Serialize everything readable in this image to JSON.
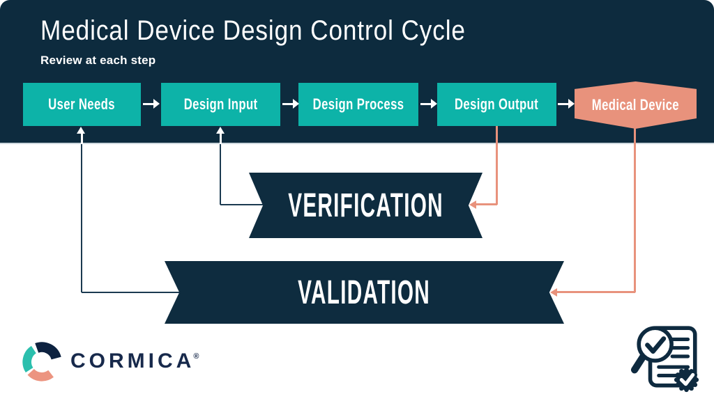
{
  "header": {
    "title": "Medical Device Design Control Cycle",
    "subtitle": "Review at each step"
  },
  "flow": {
    "steps": [
      {
        "label": "User Needs",
        "shape": "rectangle",
        "color": "teal"
      },
      {
        "label": "Design Input",
        "shape": "rectangle",
        "color": "teal"
      },
      {
        "label": "Design Process",
        "shape": "rectangle",
        "color": "teal"
      },
      {
        "label": "Design Output",
        "shape": "rectangle",
        "color": "teal"
      },
      {
        "label": "Medical Device",
        "shape": "hexagon",
        "color": "salmon"
      }
    ]
  },
  "banners": {
    "verification": {
      "label": "VERIFICATION"
    },
    "validation": {
      "label": "VALIDATION"
    }
  },
  "connections": [
    {
      "from": "User Needs",
      "to": "Design Input",
      "type": "forward-arrow",
      "color": "white"
    },
    {
      "from": "Design Input",
      "to": "Design Process",
      "type": "forward-arrow",
      "color": "white"
    },
    {
      "from": "Design Process",
      "to": "Design Output",
      "type": "forward-arrow",
      "color": "white"
    },
    {
      "from": "Design Output",
      "to": "Medical Device",
      "type": "forward-arrow",
      "color": "white"
    },
    {
      "from": "Design Output",
      "to": "VERIFICATION",
      "type": "feedback-arrow",
      "color": "salmon"
    },
    {
      "from": "VERIFICATION",
      "to": "Design Input",
      "type": "feedback-arrow",
      "color": "navy"
    },
    {
      "from": "Medical Device",
      "to": "VALIDATION",
      "type": "feedback-arrow",
      "color": "salmon"
    },
    {
      "from": "VALIDATION",
      "to": "User Needs",
      "type": "feedback-arrow",
      "color": "navy"
    }
  ],
  "footer": {
    "brand": "CORMICA",
    "registered_mark": "®"
  },
  "icons": {
    "logo_mark": "cormica-c-ring-logo",
    "bottom_right": "audit-document-magnifier-check-badge-icon"
  },
  "colors": {
    "navy": "#0d2b3e",
    "teal": "#0db3a8",
    "salmon": "#e8927c",
    "line_navy": "#1b3a50",
    "logo_navy": "#17294b",
    "white": "#ffffff"
  }
}
